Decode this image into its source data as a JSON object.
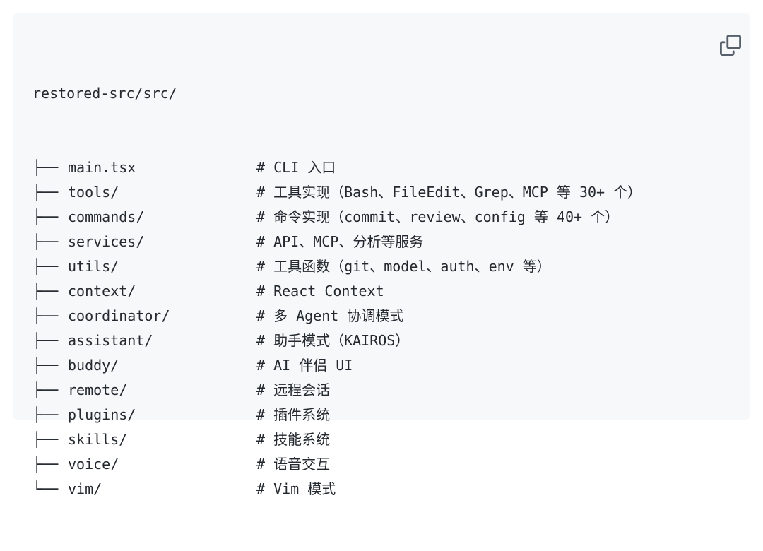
{
  "code_block": {
    "colors": {
      "page_background": "#ffffff",
      "block_background": "#f6f8fa",
      "text": "#24292f",
      "copy_icon": "#57606a"
    },
    "root_label": "restored-src/src/",
    "rows": [
      {
        "prefix": "├──",
        "name": "main.tsx",
        "comment": "# CLI 入口"
      },
      {
        "prefix": "├──",
        "name": "tools/",
        "comment": "# 工具实现（Bash、FileEdit、Grep、MCP 等 30+ 个）"
      },
      {
        "prefix": "├──",
        "name": "commands/",
        "comment": "# 命令实现（commit、review、config 等 40+ 个）"
      },
      {
        "prefix": "├──",
        "name": "services/",
        "comment": "# API、MCP、分析等服务"
      },
      {
        "prefix": "├──",
        "name": "utils/",
        "comment": "# 工具函数（git、model、auth、env 等）"
      },
      {
        "prefix": "├──",
        "name": "context/",
        "comment": "# React Context"
      },
      {
        "prefix": "├──",
        "name": "coordinator/",
        "comment": "# 多 Agent 协调模式"
      },
      {
        "prefix": "├──",
        "name": "assistant/",
        "comment": "# 助手模式（KAIROS）"
      },
      {
        "prefix": "├──",
        "name": "buddy/",
        "comment": "# AI 伴侣 UI"
      },
      {
        "prefix": "├──",
        "name": "remote/",
        "comment": "# 远程会话"
      },
      {
        "prefix": "├──",
        "name": "plugins/",
        "comment": "# 插件系统"
      },
      {
        "prefix": "├──",
        "name": "skills/",
        "comment": "# 技能系统"
      },
      {
        "prefix": "├──",
        "name": "voice/",
        "comment": "# 语音交互"
      },
      {
        "prefix": "└──",
        "name": "vim/",
        "comment": "# Vim 模式"
      }
    ]
  }
}
